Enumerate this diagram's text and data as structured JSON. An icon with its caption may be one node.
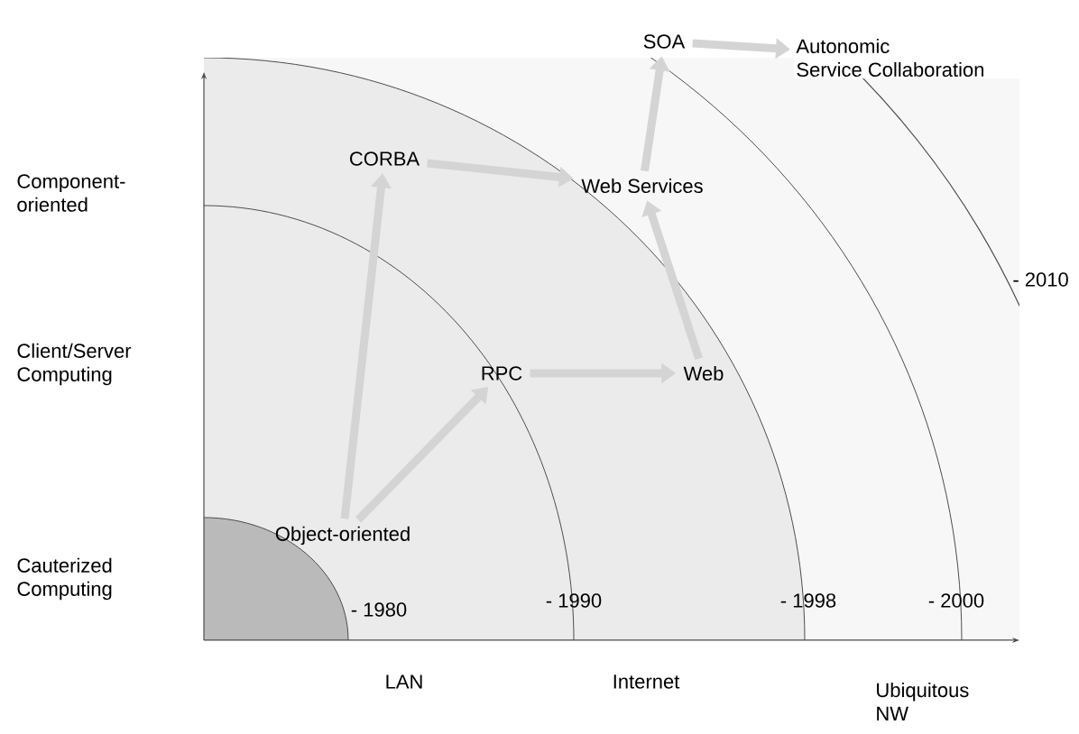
{
  "diagram": {
    "nodes": [
      {
        "text": [
          "Object-oriented"
        ]
      },
      {
        "text": [
          "CORBA"
        ]
      },
      {
        "text": [
          "RPC"
        ]
      },
      {
        "text": [
          "Web"
        ]
      },
      {
        "text": [
          "Web Services"
        ]
      },
      {
        "text": [
          "SOA"
        ]
      },
      {
        "text": [
          "Autonomic Service Collaboration"
        ]
      }
    ],
    "edges": [
      {
        "from": 0,
        "to": 1,
        "arrow": "to"
      },
      {
        "from": 0,
        "to": 2,
        "arrow": "to"
      },
      {
        "from": 1,
        "to": 4,
        "arrow": "to"
      },
      {
        "from": 2,
        "to": 3,
        "arrow": "to"
      },
      {
        "from": 3,
        "to": 4,
        "arrow": "to"
      },
      {
        "from": 4,
        "to": 5,
        "arrow": "to"
      },
      {
        "from": 5,
        "to": 6,
        "arrow": "to"
      }
    ],
    "labels": [
      "Component-oriented",
      "- 2010",
      "Client/Server Computing",
      "Cauterized Computing",
      "- 1980",
      "- 1990",
      "- 1998",
      "- 2000",
      "LAN",
      "Internet",
      "Ubiquitous NW"
    ]
  }
}
